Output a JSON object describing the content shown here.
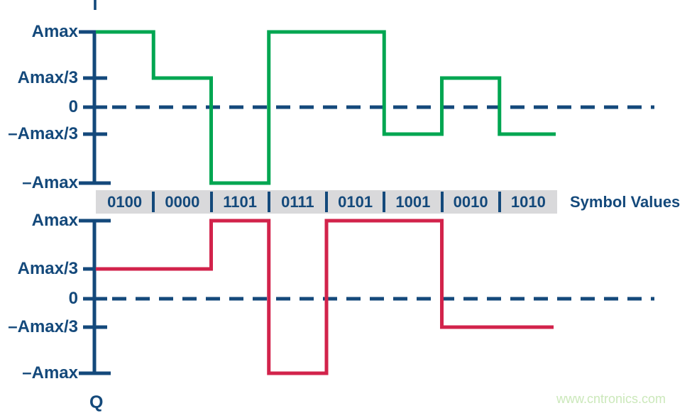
{
  "i_label": "I",
  "q_label": "Q",
  "watermark": "www.cntronics.com",
  "symbol_band": {
    "label": "Symbol Values",
    "values": [
      "0100",
      "0000",
      "1101",
      "0111",
      "0101",
      "1001",
      "0010",
      "1010"
    ]
  },
  "colors": {
    "navy": "#14497B",
    "green": "#00A651",
    "red": "#D2234B",
    "band_gray": "#D9D9DB",
    "watermark_green": "#CBE8BA"
  },
  "chart_data": {
    "type": "line",
    "subtype": "step-waveform",
    "title": "",
    "xlabel": "",
    "ylabel": "",
    "categories": [
      "0100",
      "0000",
      "1101",
      "0111",
      "0101",
      "1001",
      "0010",
      "1010"
    ],
    "category_band_label": "Symbol Values",
    "y_tick_labels": [
      "Amax",
      "Amax/3",
      "0",
      "–Amax/3",
      "–Amax"
    ],
    "y_tick_values": [
      1,
      0.333,
      0,
      -0.333,
      -1
    ],
    "ylim": [
      -1,
      1
    ],
    "grid": false,
    "zero_line_style": "dashed",
    "legend_position": "none",
    "series": [
      {
        "name": "I",
        "color": "#00A651",
        "levels": [
          "Amax",
          "Amax/3",
          "–Amax",
          "Amax",
          "Amax",
          "–Amax/3",
          "Amax/3",
          "–Amax/3"
        ],
        "values": [
          1,
          0.333,
          -1,
          1,
          1,
          -0.333,
          0.333,
          -0.333
        ]
      },
      {
        "name": "Q",
        "color": "#D2234B",
        "levels": [
          "Amax/3",
          "Amax/3",
          "Amax",
          "–Amax",
          "Amax",
          "Amax",
          "–Amax/3",
          "–Amax/3"
        ],
        "values": [
          0.333,
          0.333,
          1,
          -1,
          1,
          1,
          -0.333,
          -0.333
        ]
      }
    ]
  }
}
